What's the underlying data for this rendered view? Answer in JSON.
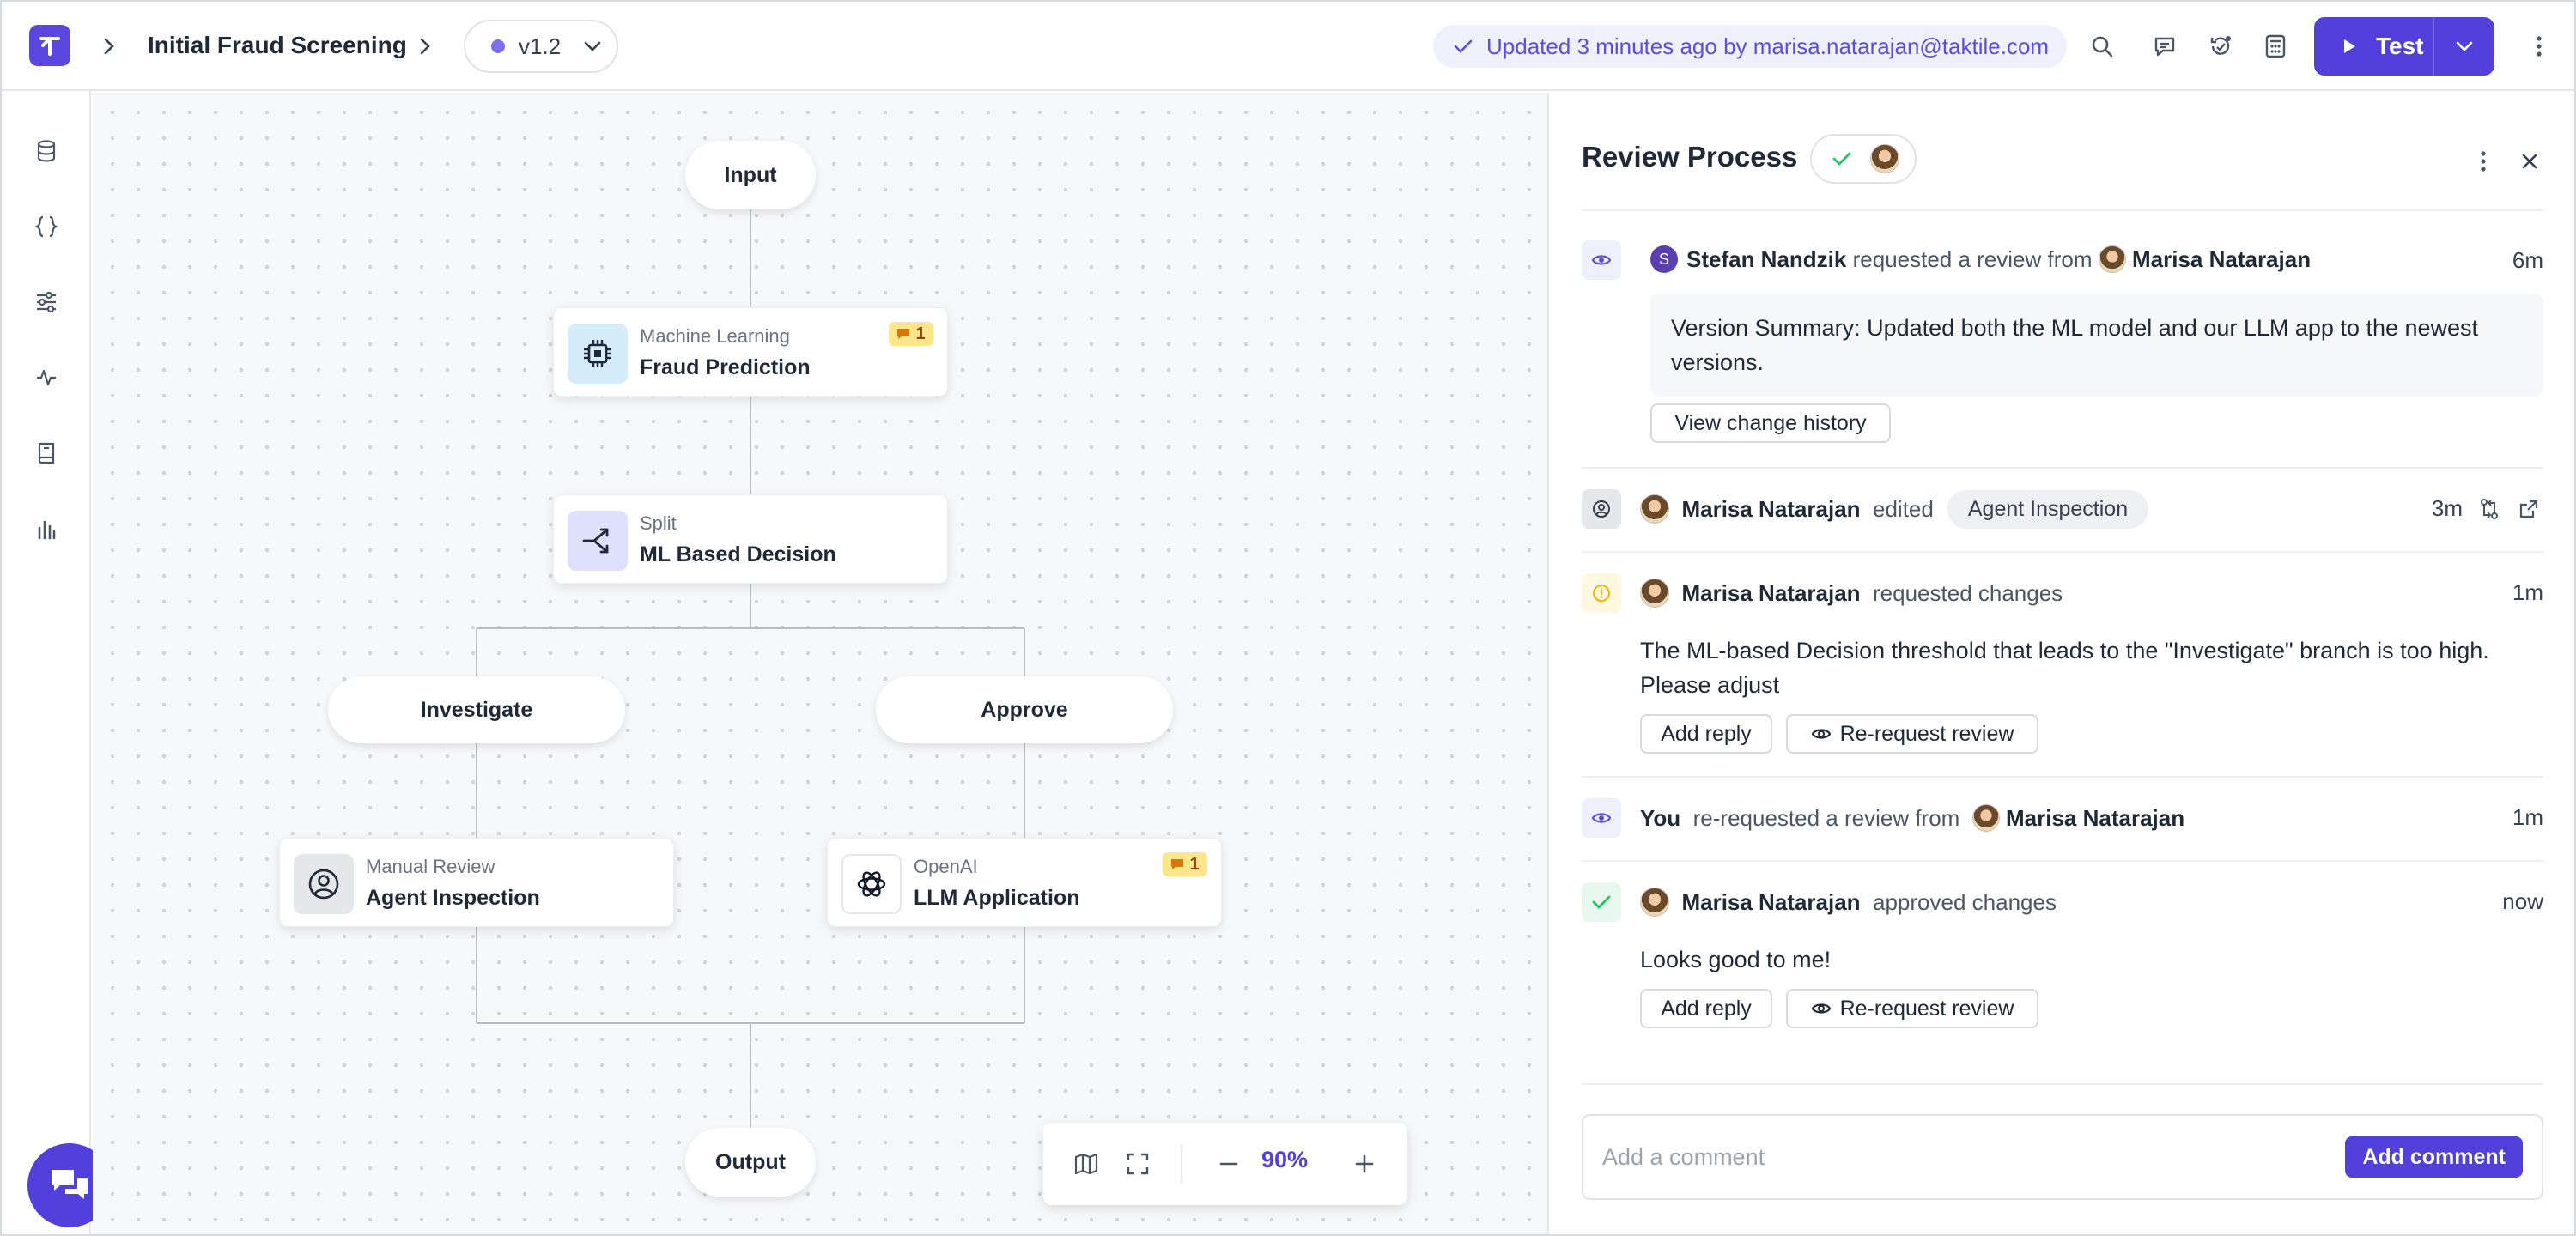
{
  "header": {
    "title": "Initial Fraud Screening",
    "version": "v1.2",
    "updated": "Updated 3 minutes ago by marisa.natarajan@taktile.com",
    "test_label": "Test"
  },
  "canvas": {
    "input_label": "Input",
    "output_label": "Output",
    "nodes": [
      {
        "type": "Machine Learning",
        "name": "Fraud Prediction",
        "badge": "1"
      },
      {
        "type": "Split",
        "name": "ML Based Decision"
      },
      {
        "type": "Manual Review",
        "name": "Agent Inspection"
      },
      {
        "type": "OpenAI",
        "name": "LLM Application",
        "badge": "1"
      }
    ],
    "branches": [
      "Investigate",
      "Approve"
    ],
    "zoom": "90%"
  },
  "panel": {
    "title": "Review Process",
    "events": [
      {
        "actor": "Stefan Nandzik",
        "actor_initial": "S",
        "action": "requested a review from",
        "target": "Marisa Natarajan",
        "time": "6m",
        "summary": "Version Summary: Updated both the ML model and our LLM app to the newest versions.",
        "button": "View change history"
      },
      {
        "actor": "Marisa Natarajan",
        "action": "edited",
        "tag": "Agent Inspection",
        "time": "3m"
      },
      {
        "actor": "Marisa Natarajan",
        "action": "requested changes",
        "time": "1m",
        "comment": "The ML-based Decision threshold that leads to the \"Investigate\" branch is too high. Please adjust",
        "reply": "Add reply",
        "rerequest": "Re-request review"
      },
      {
        "actor": "You",
        "action": "re-requested a review from",
        "target": "Marisa Natarajan",
        "time": "1m"
      },
      {
        "actor": "Marisa Natarajan",
        "action": "approved changes",
        "time": "now",
        "comment": "Looks good to me!",
        "reply": "Add reply",
        "rerequest": "Re-request review"
      }
    ],
    "comment_placeholder": "Add a comment",
    "add_comment": "Add comment"
  },
  "colors": {
    "accent": "#5240dc",
    "success": "#22c55e",
    "warning": "#f5b400"
  }
}
